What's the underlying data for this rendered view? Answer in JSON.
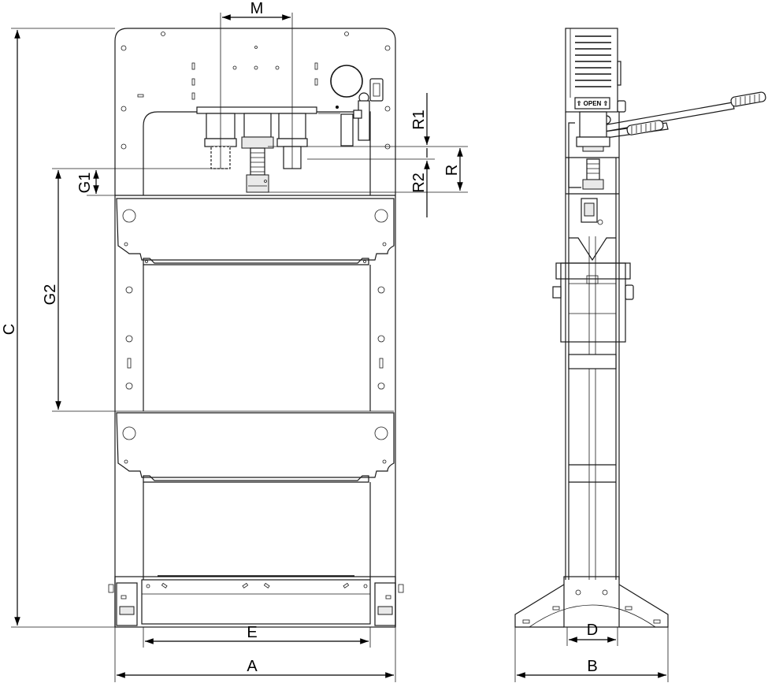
{
  "drawing": {
    "front_view": {
      "dimension_labels": {
        "A": "A",
        "C": "C",
        "E": "E",
        "G1": "G1",
        "G2": "G2",
        "M": "M",
        "R": "R",
        "R1": "R1",
        "R2": "R2"
      }
    },
    "side_view": {
      "dimension_labels": {
        "B": "B",
        "D": "D"
      },
      "valve_label": "⇧ OPEN ⇧"
    }
  },
  "colors": {
    "line": "#1a1a1a",
    "background": "#ffffff"
  }
}
